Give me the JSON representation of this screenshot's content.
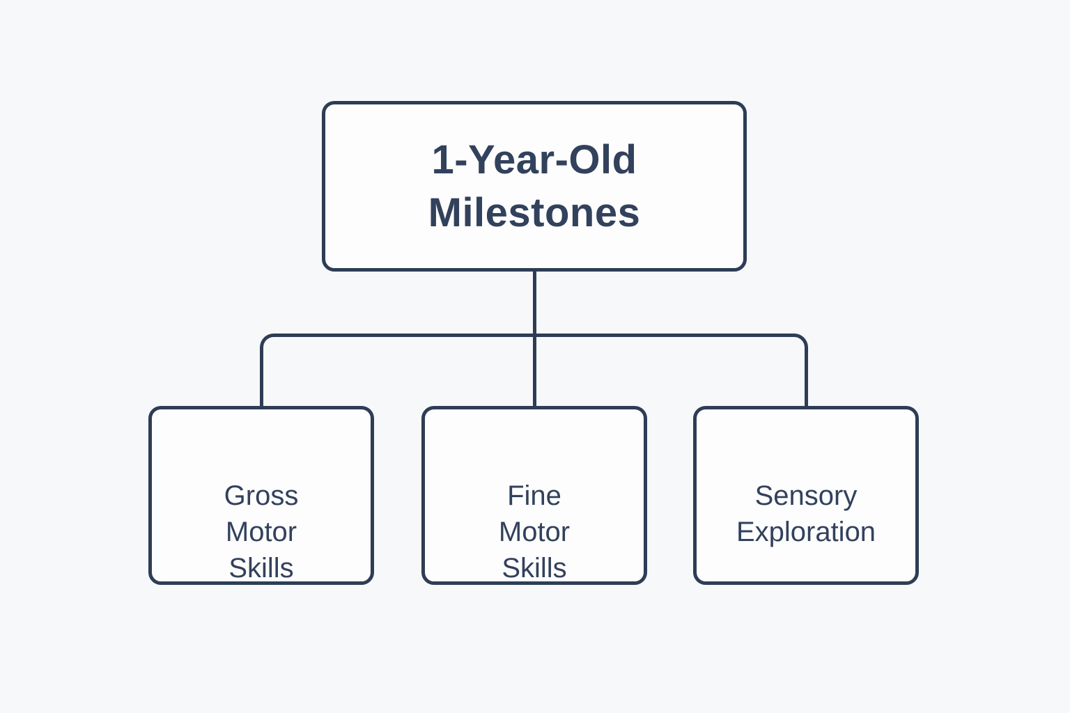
{
  "diagram": {
    "type": "tree",
    "root": {
      "id": "milestones",
      "label": "1-Year-Old\nMilestones"
    },
    "children": [
      {
        "id": "gross-motor-skills",
        "label": "Gross\nMotor\nSkills"
      },
      {
        "id": "fine-motor-skills",
        "label": "Fine\nMotor\nSkills"
      },
      {
        "id": "sensory-exploration",
        "label": "Sensory\nExploration"
      }
    ],
    "colors": {
      "background": "#f7f8fa",
      "node_fill": "#fdfdfd",
      "line_and_border": "#2e3d55",
      "text": "#32415c"
    }
  }
}
